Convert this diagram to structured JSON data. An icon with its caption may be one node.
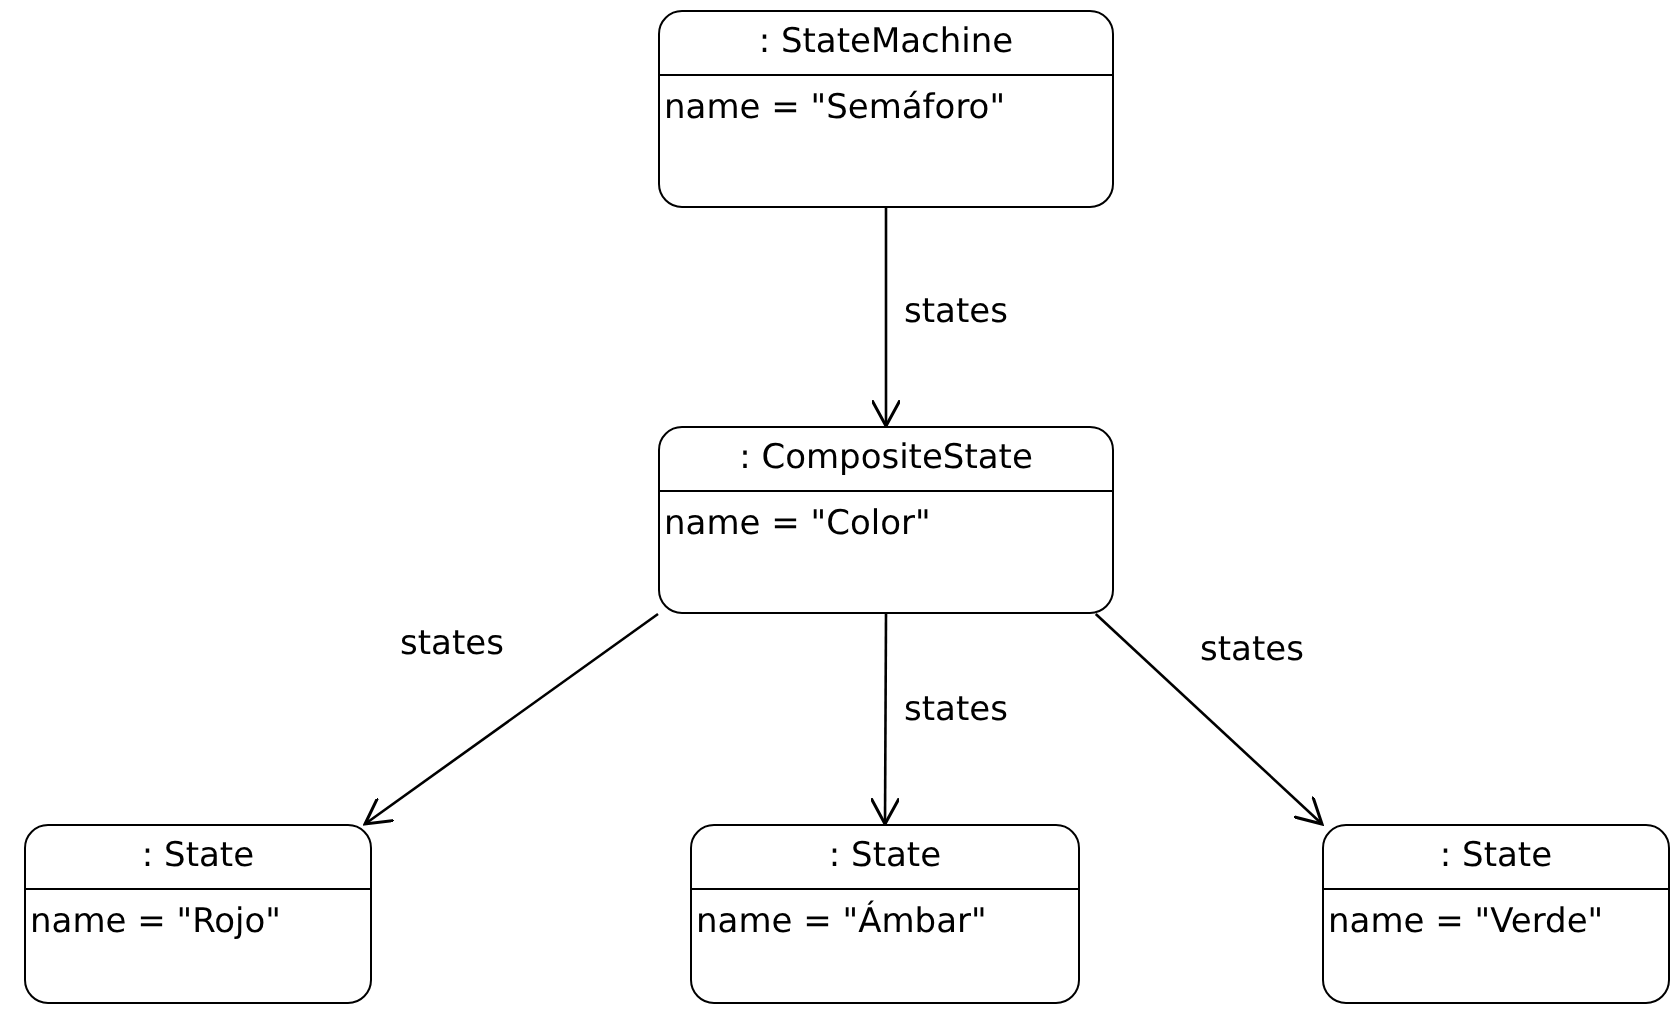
{
  "diagram": {
    "nodes": [
      {
        "text": [
          ": StateMachine",
          "name = \"Semáforo\""
        ]
      },
      {
        "text": [
          ": CompositeState",
          "name = \"Color\""
        ]
      },
      {
        "text": [
          ": State",
          "name = \"Rojo\""
        ]
      },
      {
        "text": [
          ": State",
          "name = \"Ámbar\""
        ]
      },
      {
        "text": [
          ": State",
          "name = \"Verde\""
        ]
      }
    ],
    "edges": [
      {
        "from": 0,
        "to": 1,
        "arrow": "to",
        "label": "states"
      },
      {
        "from": 1,
        "to": 2,
        "arrow": "to",
        "label": "states"
      },
      {
        "from": 1,
        "to": 3,
        "arrow": "to",
        "label": "states"
      },
      {
        "from": 1,
        "to": 4,
        "arrow": "to",
        "label": "states"
      }
    ]
  }
}
